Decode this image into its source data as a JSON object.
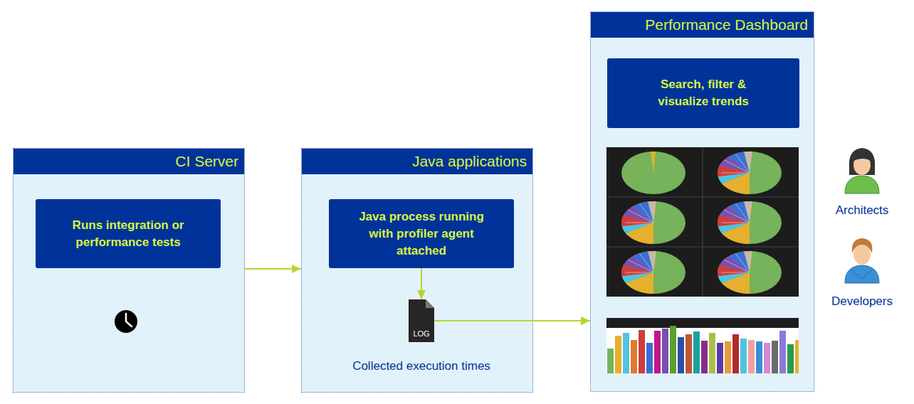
{
  "diagram": {
    "nodes": [
      {
        "text": [
          "CI Server"
        ]
      },
      {
        "text": [
          "Runs integration or performance tests"
        ],
        "in": 0
      },
      {
        "text": [
          "Java applications"
        ]
      },
      {
        "text": [
          "Java process running with profiler agent attached"
        ],
        "in": 2
      },
      {
        "text": [
          "LOG",
          "Collected execution times"
        ],
        "in": 2
      },
      {
        "text": [
          "Performance Dashboard"
        ]
      },
      {
        "text": [
          "Search, filter & visualize trends"
        ],
        "in": 5
      }
    ],
    "edges": [
      {
        "from": 0,
        "to": 2,
        "arrow": "to"
      },
      {
        "from": 3,
        "to": 4,
        "arrow": "to"
      },
      {
        "from": 4,
        "to": 5,
        "arrow": "to"
      }
    ],
    "labels": [
      "Architects",
      "Developers"
    ]
  }
}
